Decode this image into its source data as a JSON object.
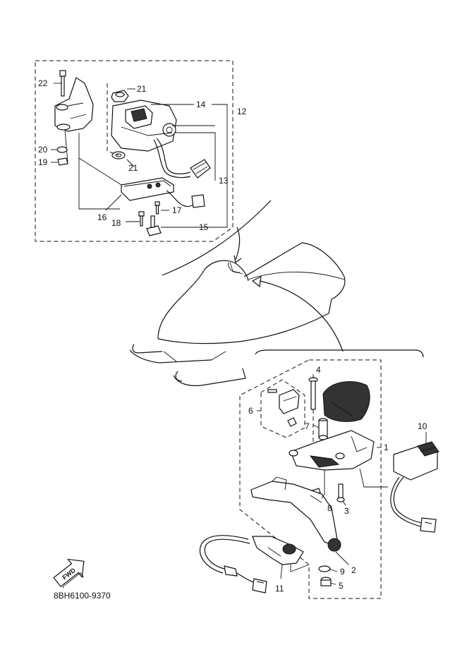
{
  "diagram_code": "8BH6100-9370",
  "fwd_label": "FWD",
  "callouts": {
    "c1": "1",
    "c2": "2",
    "c3": "3",
    "c4": "4",
    "c5": "5",
    "c6": "6",
    "c7": "7",
    "c8": "8",
    "c9": "9",
    "c10": "10",
    "c11": "11",
    "c12": "12",
    "c13": "13",
    "c14": "14",
    "c15": "15",
    "c16": "16",
    "c17": "17",
    "c18": "18",
    "c19": "19",
    "c20": "20",
    "c21a": "21",
    "c21b": "21",
    "c22": "22"
  }
}
